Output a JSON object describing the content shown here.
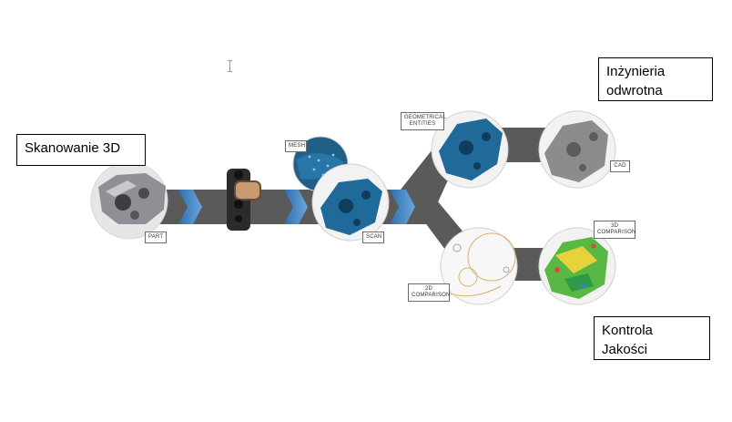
{
  "callouts": {
    "scan3d": "Skanowanie 3D",
    "reverse_eng": [
      "Inżynieria",
      "odwrotna"
    ],
    "quality": [
      "Kontrola",
      "Jakości"
    ]
  },
  "tags": {
    "part": "PART",
    "mesh": "MESH",
    "scan": "SCAN",
    "geometrical": [
      "GEOMETRICAL",
      "ENTITIES"
    ],
    "cad": "CAD",
    "comparison_3d": [
      "3D",
      "COMPARISON"
    ],
    "comparison_2d": [
      "2D",
      "COMPARISON"
    ]
  },
  "colors": {
    "band": "#5a5a5a",
    "chevron": "#3f7fc0",
    "scan_blue": "#1f6a98",
    "circle_border": "#d0d0d0",
    "circle_fill": "#f2f2f2"
  }
}
